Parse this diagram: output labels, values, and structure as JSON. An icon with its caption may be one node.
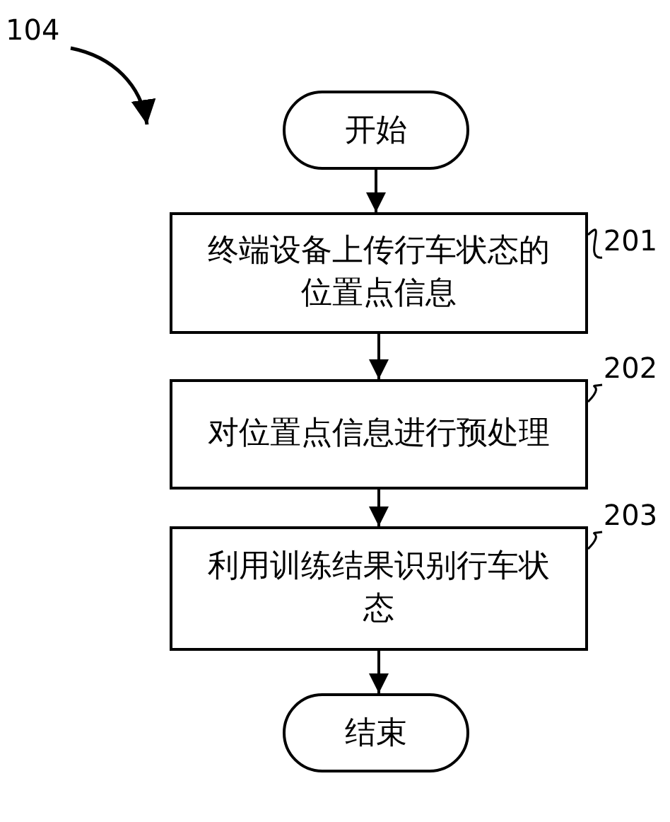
{
  "diagram": {
    "nodes": [
      {
        "text": [
          "开始"
        ]
      },
      {
        "text": [
          "终端设备上传行车状态的位置点信息"
        ]
      },
      {
        "text": [
          "201"
        ]
      },
      {
        "text": [
          "对位置点信息进行预处理"
        ]
      },
      {
        "text": [
          "202"
        ]
      },
      {
        "text": [
          "利用训练结果识别行车状态"
        ]
      },
      {
        "text": [
          "203"
        ]
      },
      {
        "text": [
          "结束"
        ]
      }
    ],
    "edges": [
      {
        "from": 0,
        "to": 1,
        "arrow": "to"
      },
      {
        "from": 1,
        "to": 3,
        "arrow": "to"
      },
      {
        "from": 3,
        "to": 5,
        "arrow": "to"
      },
      {
        "from": 5,
        "to": 7,
        "arrow": "to"
      },
      {
        "from": 2,
        "to": 1,
        "arrow": "none"
      },
      {
        "from": 4,
        "to": 3,
        "arrow": "none"
      },
      {
        "from": 6,
        "to": 5,
        "arrow": "none"
      }
    ],
    "labels": [
      "104"
    ]
  }
}
